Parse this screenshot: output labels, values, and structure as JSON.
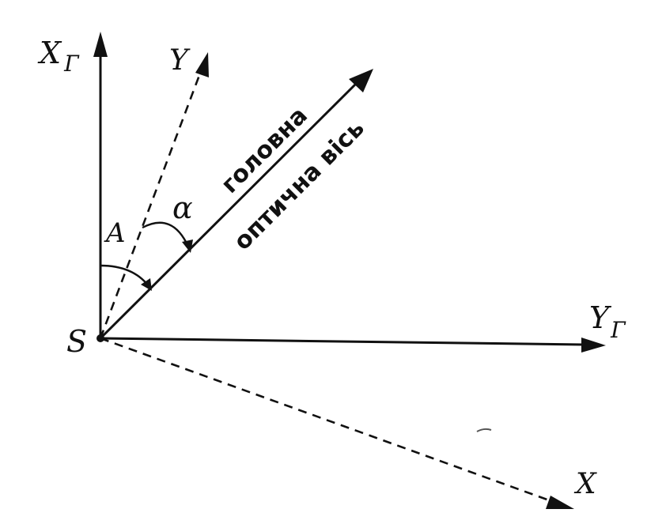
{
  "diagram": {
    "axes": {
      "x_geodetic": {
        "letter": "X",
        "subscript": "Г"
      },
      "y_geodetic": {
        "letter": "Y",
        "subscript": "Г"
      },
      "y_photo": {
        "letter": "Y"
      },
      "x_photo": {
        "letter": "X"
      }
    },
    "origin": {
      "label": "S"
    },
    "optical_axis": {
      "line1": "головна",
      "line2": "оптична вісь"
    },
    "angles": {
      "azimuth": "A",
      "alpha": "α"
    }
  }
}
